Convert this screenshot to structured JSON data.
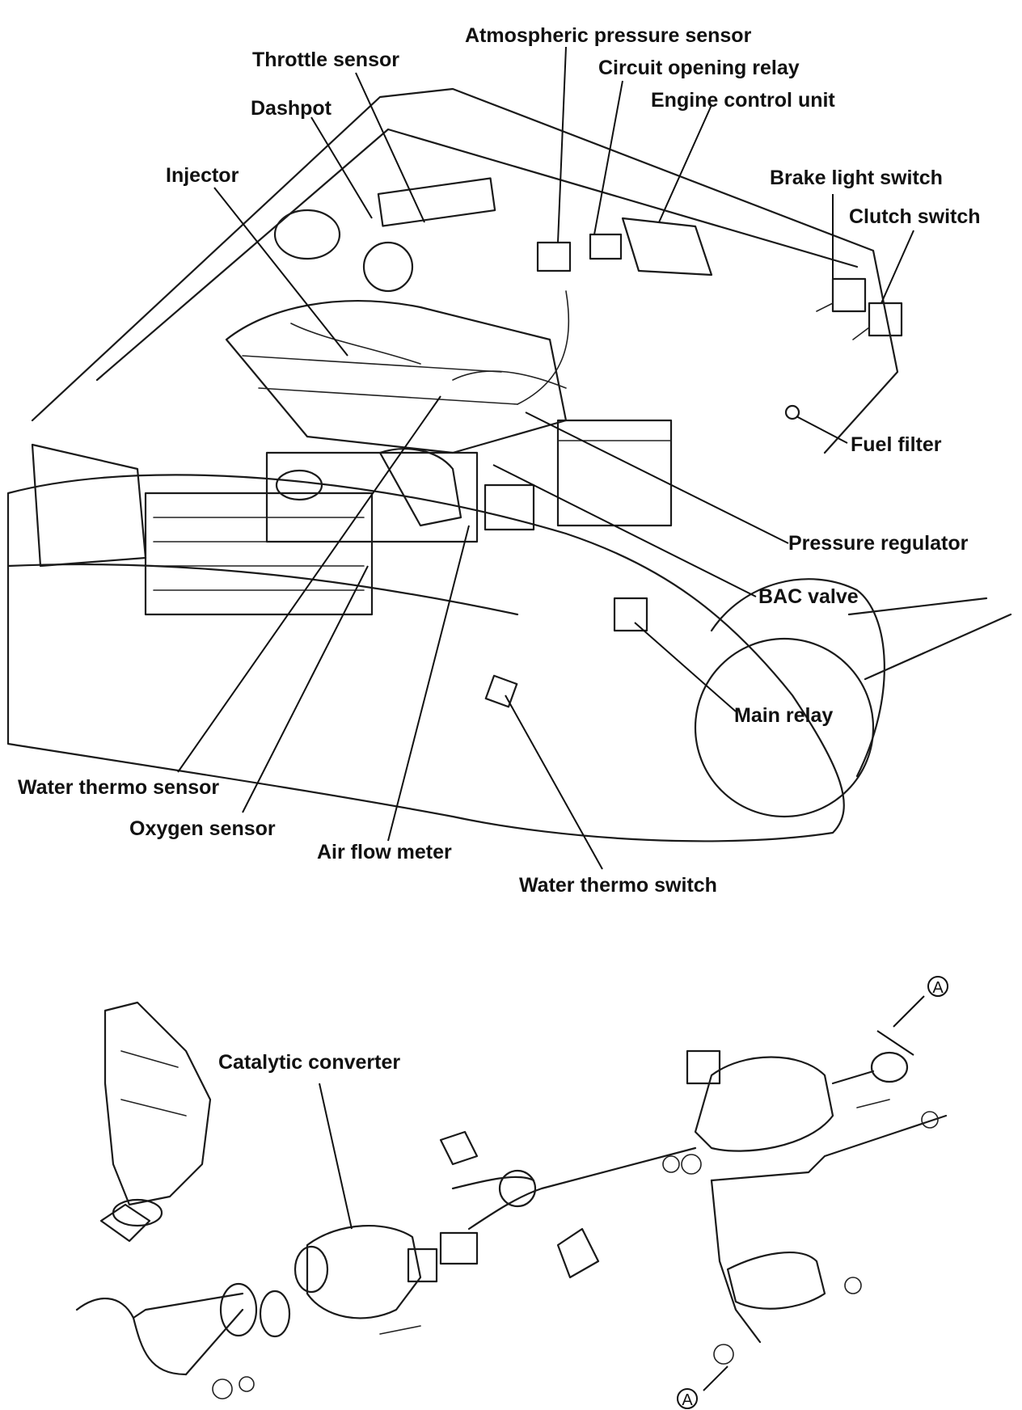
{
  "engine_labels": {
    "atmospheric_pressure_sensor": "Atmospheric pressure sensor",
    "throttle_sensor": "Throttle sensor",
    "circuit_opening_relay": "Circuit opening relay",
    "dashpot": "Dashpot",
    "engine_control_unit": "Engine control unit",
    "injector": "Injector",
    "brake_light_switch": "Brake light switch",
    "clutch_switch": "Clutch switch",
    "fuel_filter": "Fuel filter",
    "pressure_regulator": "Pressure regulator",
    "bac_valve": "BAC valve",
    "main_relay": "Main relay",
    "water_thermo_sensor": "Water thermo sensor",
    "oxygen_sensor": "Oxygen sensor",
    "air_flow_meter": "Air flow meter",
    "water_thermo_switch": "Water thermo switch"
  },
  "exhaust_labels": {
    "catalytic_converter": "Catalytic converter",
    "ref_a_top": "A",
    "ref_a_bottom": "A"
  }
}
